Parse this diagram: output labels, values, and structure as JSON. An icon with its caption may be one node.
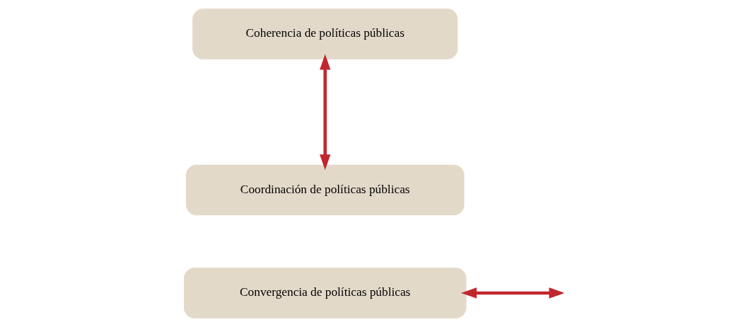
{
  "diagram": {
    "nodes": [
      {
        "text": [
          "Convergencia de políticas públicas"
        ]
      },
      {
        "text": [
          "Coherencia de políticas públicas"
        ]
      },
      {
        "text": [
          "Coordinación de políticas públicas"
        ]
      }
    ],
    "edges": [
      {
        "from": 0,
        "to": null,
        "arrow": "both"
      },
      {
        "from": 1,
        "to": 2,
        "arrow": "both"
      }
    ]
  }
}
